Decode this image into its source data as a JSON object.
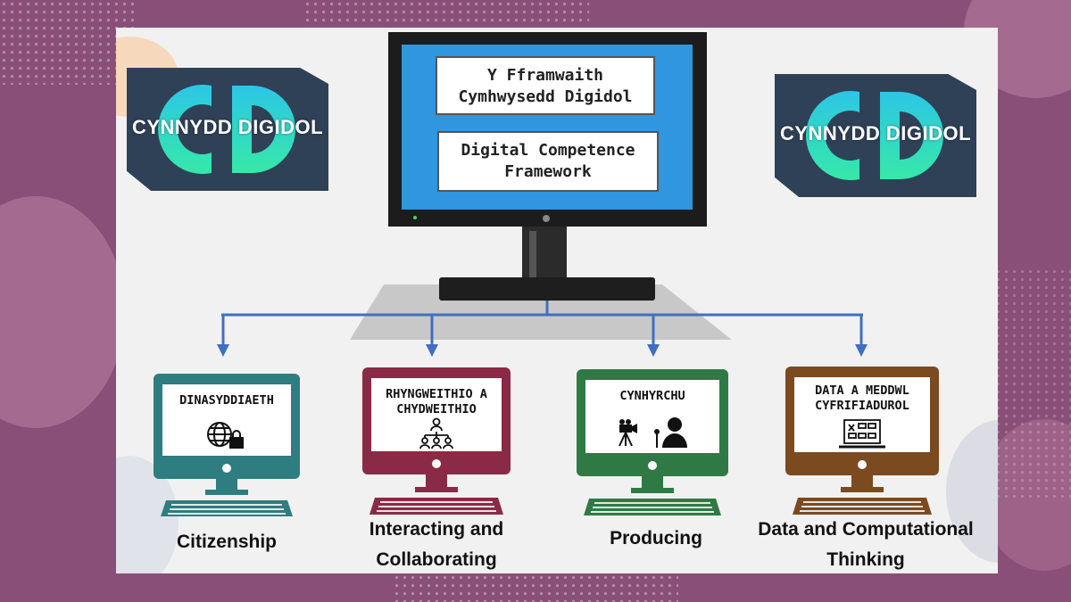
{
  "main_monitor": {
    "title_welsh": "Y Fframwaith Cymhwysedd Digidol",
    "title_english": "Digital Competence Framework"
  },
  "logos": [
    {
      "text": "CYNNYDD DIGIDOL",
      "letters": "CD"
    },
    {
      "text": "CYNNYDD DIGIDOL",
      "letters": "CD"
    }
  ],
  "strands": [
    {
      "screen_label": "DINASYDDIAETH",
      "caption": "Citizenship",
      "icon": "globe-lock-icon",
      "color": "#2e7d80"
    },
    {
      "screen_label": "RHYNGWEITHIO A CHYDWEITHIO",
      "caption": "Interacting and Collaborating",
      "icon": "network-people-icon",
      "color": "#8b2a47"
    },
    {
      "screen_label": "CYNHYRCHU",
      "caption": "Producing",
      "icon": "camera-presenter-icon",
      "color": "#2f7a44"
    },
    {
      "screen_label": "DATA A MEDDWL CYFRIFIADUROL",
      "caption": "Data and Computational Thinking",
      "icon": "laptop-data-icon",
      "color": "#7b4a1f"
    }
  ],
  "colors": {
    "arrow": "#3f6fc1",
    "background": "#8a4f78",
    "slide": "#f1f1f1",
    "logo_bg": "#2f4157",
    "logo_accent": "#2fd7c8"
  }
}
